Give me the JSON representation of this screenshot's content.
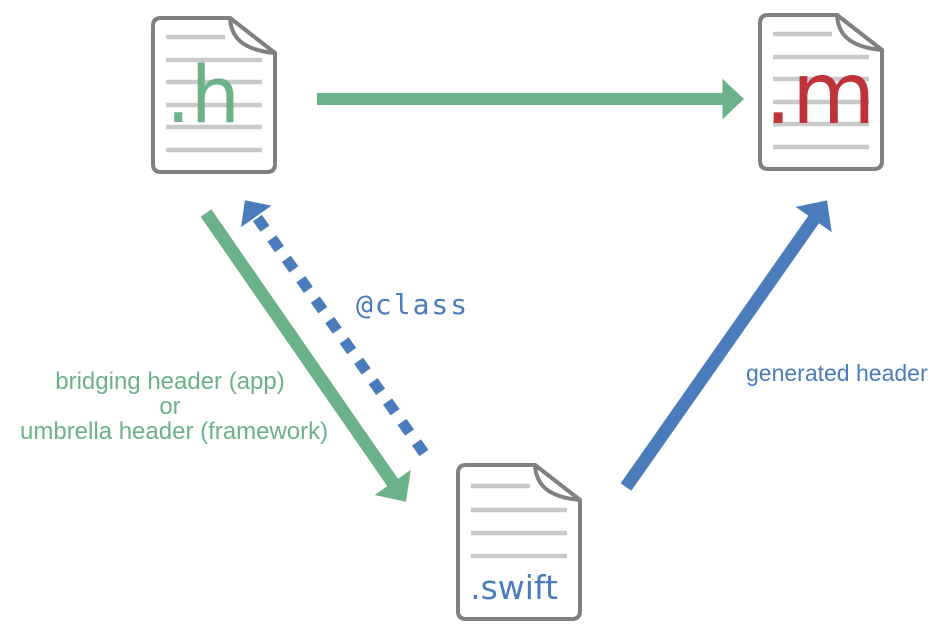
{
  "colors": {
    "green": "#6CB289",
    "blue": "#4A7CBB",
    "red": "#BE3338",
    "icon_outline": "#808080",
    "icon_rule": "#C9C9C9",
    "background": "#FFFFFF"
  },
  "nodes": {
    "header": {
      "label": ".h",
      "color": "#6CB289",
      "icon": "document-icon"
    },
    "implementation": {
      "label": ".m",
      "color": "#BE3338",
      "icon": "document-icon"
    },
    "swift": {
      "label": ".swift",
      "color": "#4A7CBB",
      "icon": "document-icon"
    }
  },
  "edges": {
    "h_to_m": {
      "from": ".h",
      "to": ".m",
      "style": "solid",
      "color": "#6CB289"
    },
    "h_to_swift": {
      "from": ".h",
      "to": ".swift",
      "style": "solid",
      "color": "#6CB289",
      "label_lines": [
        "bridging header (app)",
        "or",
        "umbrella header (framework)"
      ]
    },
    "swift_to_h": {
      "from": ".swift",
      "to": ".h",
      "style": "dashed",
      "color": "#4A7CBB",
      "label": "@class"
    },
    "swift_to_m": {
      "from": ".swift",
      "to": ".m",
      "style": "solid",
      "color": "#4A7CBB",
      "label": "generated header"
    }
  }
}
